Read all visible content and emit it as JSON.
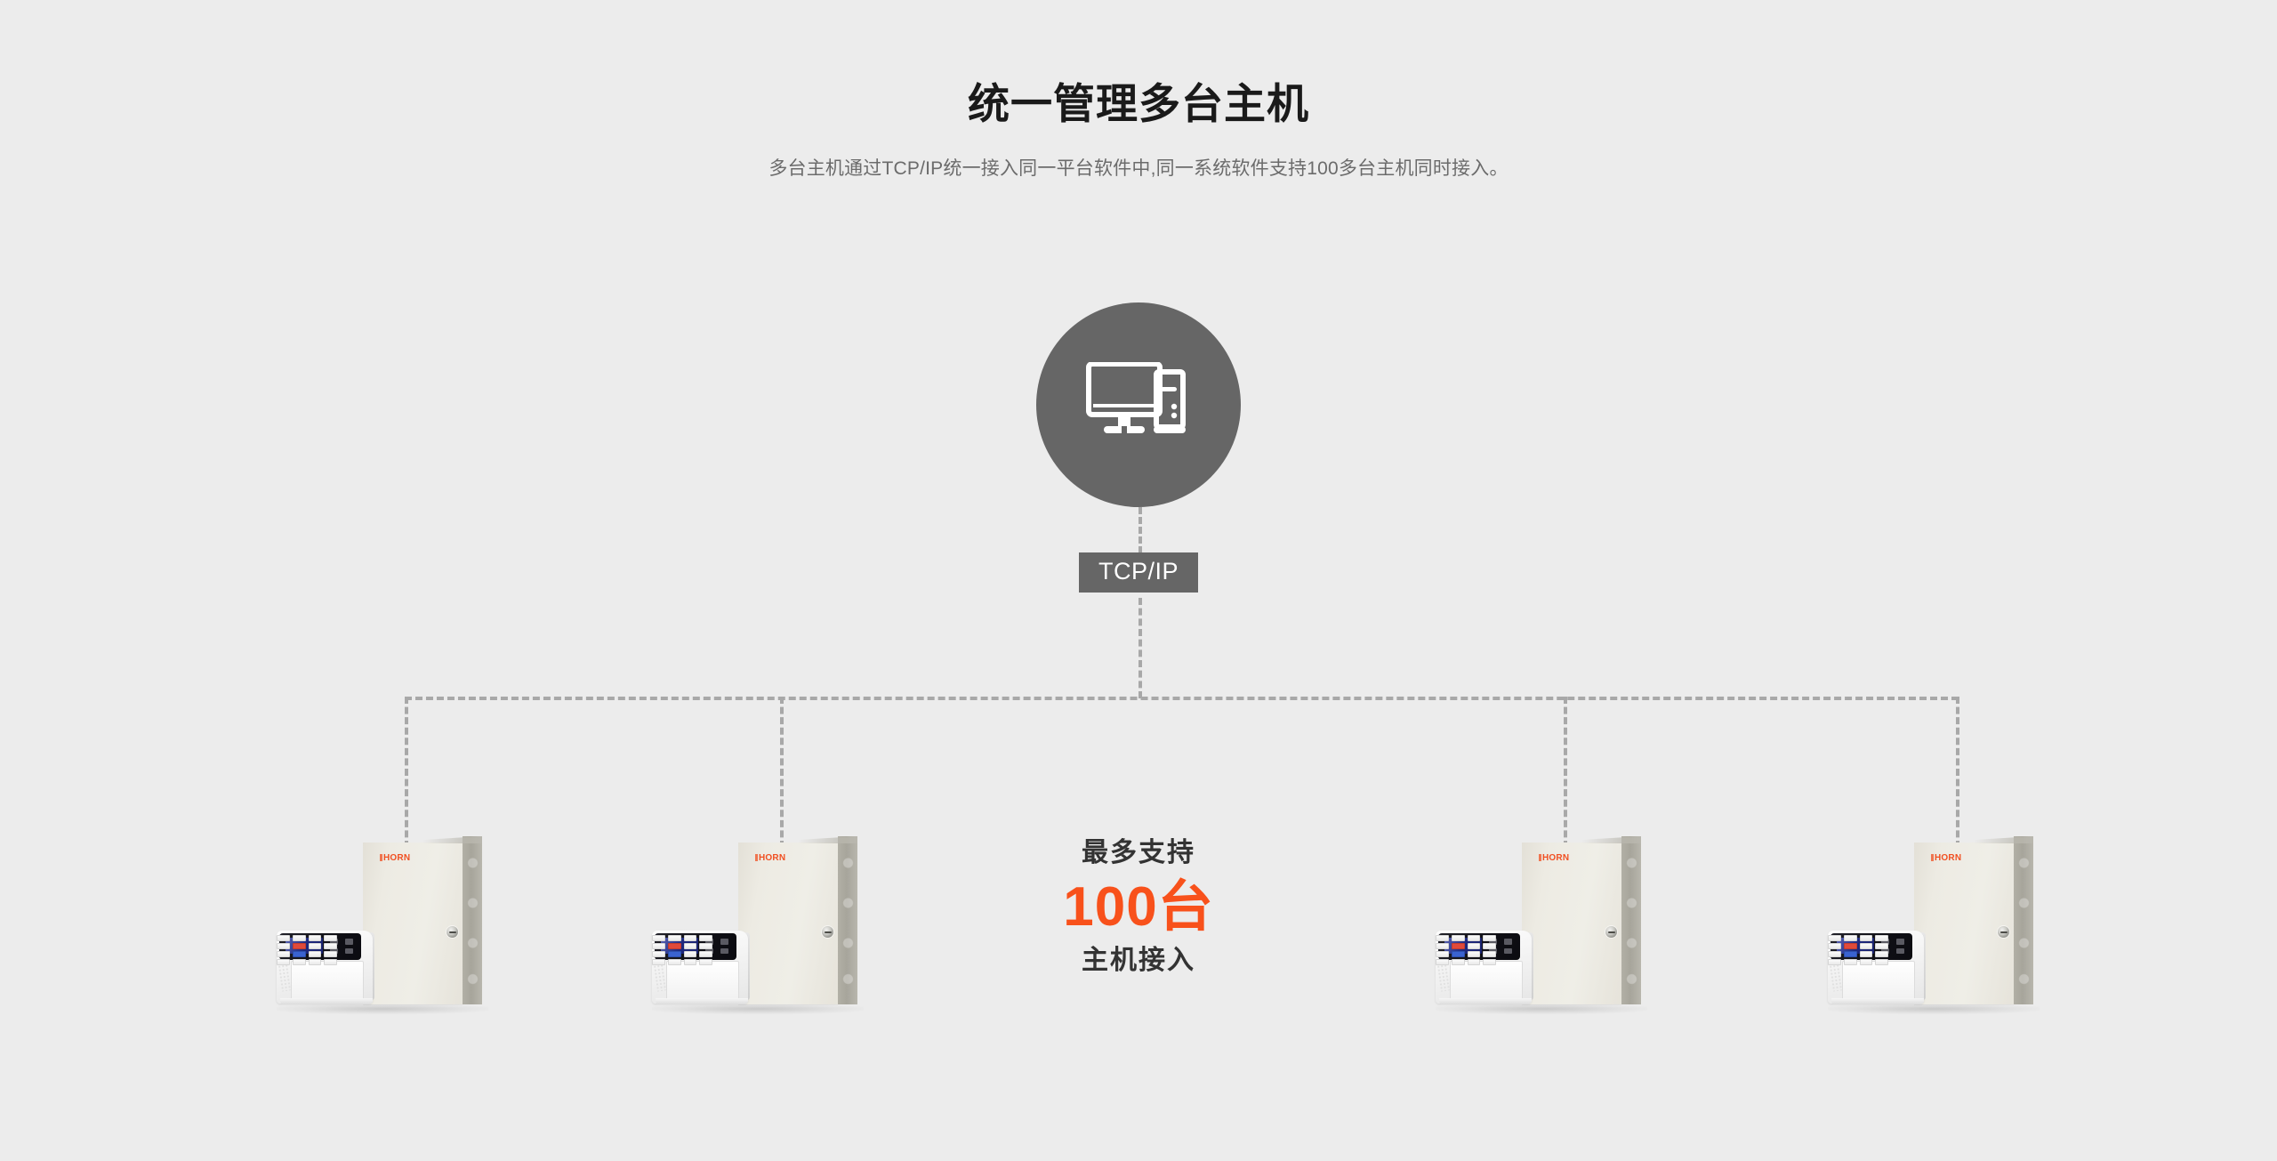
{
  "page": {
    "background_color": "#ececec",
    "title": "统一管理多台主机",
    "subtitle": "多台主机通过TCP/IP统一接入同一平台软件中,同一系统软件支持100多台主机同时接入。"
  },
  "diagram": {
    "server_node": {
      "icon": "desktop-computer-icon",
      "circle_color": "#666666",
      "icon_color": "#ffffff"
    },
    "protocol_badge": {
      "label": "TCP/IP",
      "background_color": "#666666",
      "text_color": "#ffffff"
    },
    "connector": {
      "style": "dashed",
      "color": "#a8a8a8"
    },
    "stat": {
      "top_label": "最多支持",
      "value": "100台",
      "value_color": "#f8511b",
      "bottom_label": "主机接入",
      "label_color": "#333333"
    },
    "devices": [
      {
        "name": "alarm-control-panel-1",
        "brand": "HORN",
        "brand_color": "#f05022",
        "enclosure_color": "#edebe3",
        "side_color": "#a7a59b",
        "keypad_display_color": "#1f2a82"
      },
      {
        "name": "alarm-control-panel-2",
        "brand": "HORN",
        "brand_color": "#f05022",
        "enclosure_color": "#edebe3",
        "side_color": "#a7a59b",
        "keypad_display_color": "#1f2a82"
      },
      {
        "name": "alarm-control-panel-3",
        "brand": "HORN",
        "brand_color": "#f05022",
        "enclosure_color": "#edebe3",
        "side_color": "#a7a59b",
        "keypad_display_color": "#1f2a82"
      },
      {
        "name": "alarm-control-panel-4",
        "brand": "HORN",
        "brand_color": "#f05022",
        "enclosure_color": "#edebe3",
        "side_color": "#a7a59b",
        "keypad_display_color": "#1f2a82"
      }
    ]
  }
}
